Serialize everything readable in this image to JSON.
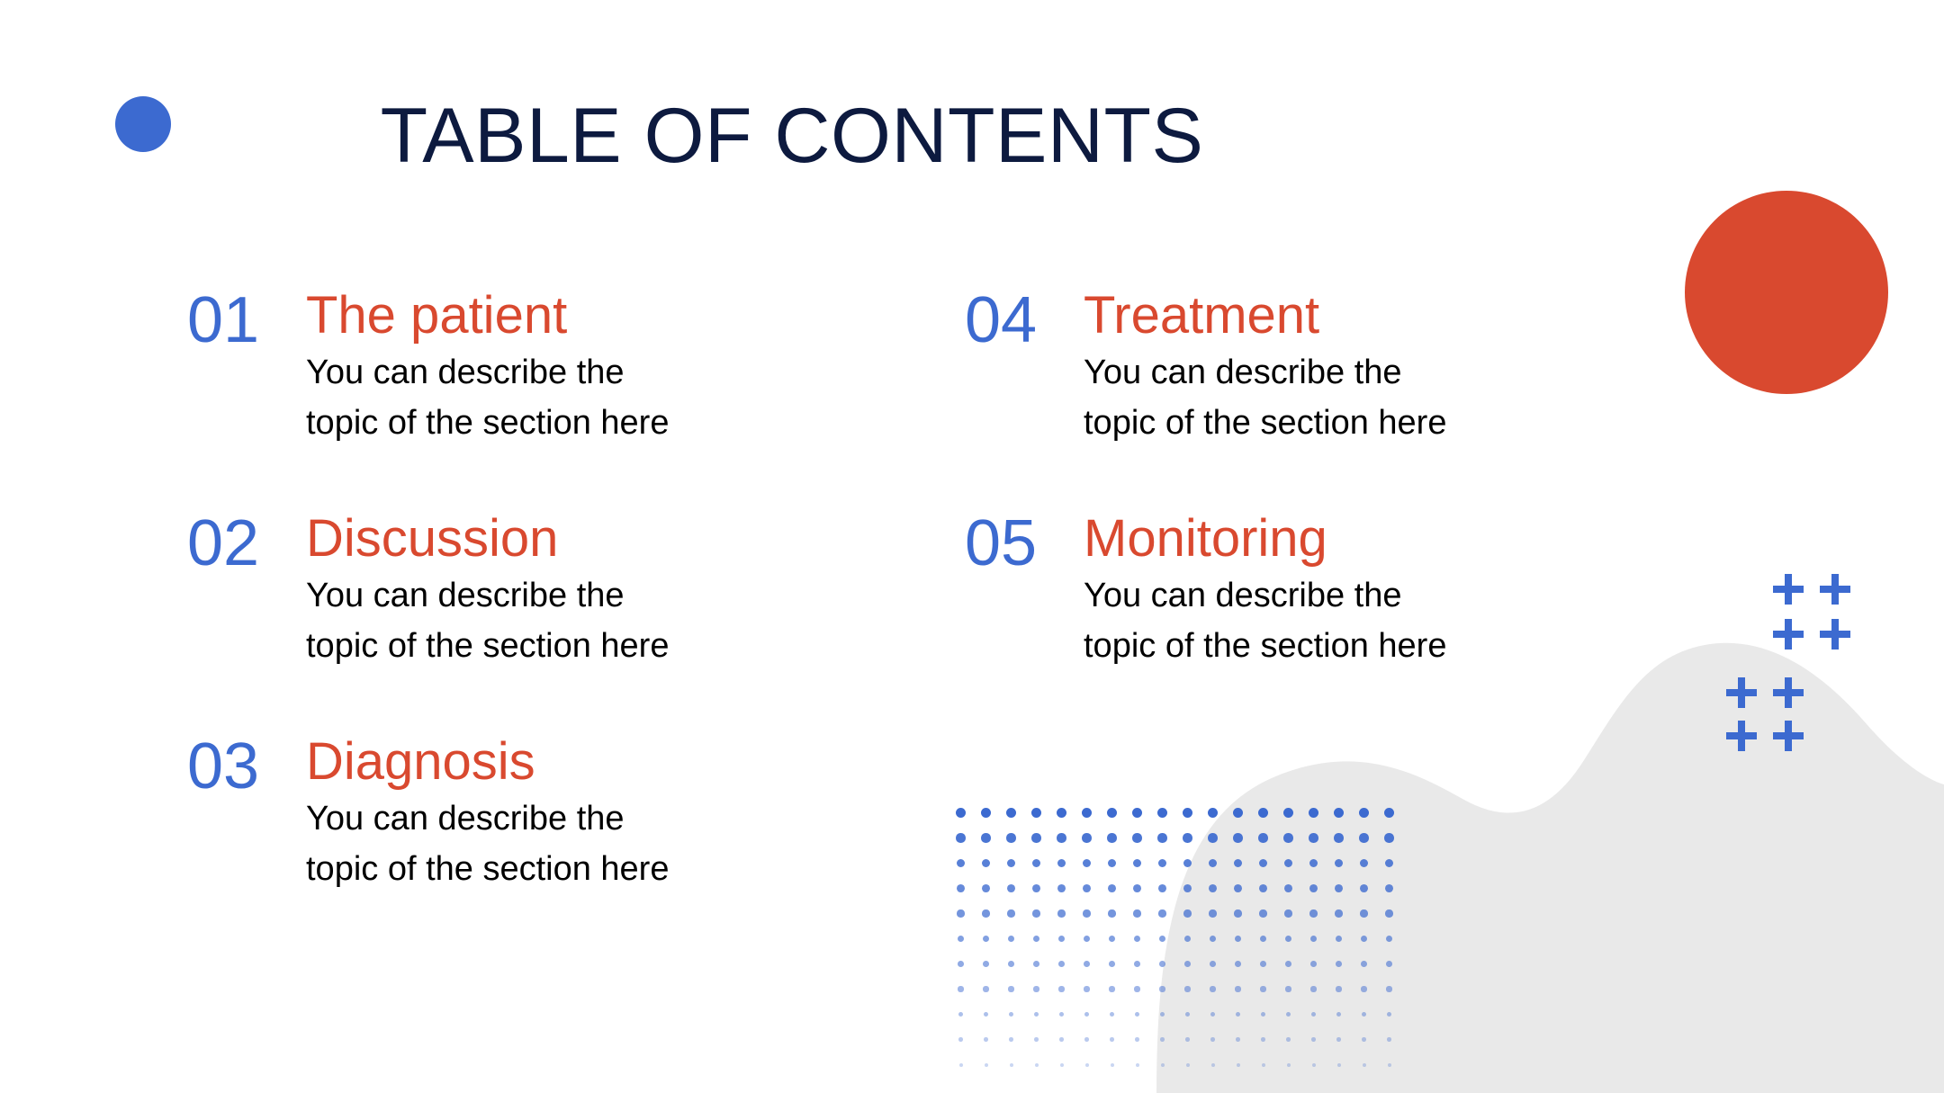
{
  "slide": {
    "title": "TABLE OF CONTENTS",
    "background_color": "#ffffff"
  },
  "colors": {
    "title_navy": "#0d1a3f",
    "number_blue": "#3c6ad0",
    "heading_red": "#d9492f",
    "body_black": "#000000",
    "blob_gray": "#e9e9e9"
  },
  "decorations": {
    "blue_dot": {
      "color": "#3c6ad0"
    },
    "orange_ball": {
      "color": "#d9492f"
    },
    "gray_blob": {
      "color": "#e9e9e9"
    },
    "plus_pattern": {
      "color": "#3c6ad0",
      "rows": 4,
      "columns_per_row": 2,
      "row_offsets": [
        2,
        2,
        1,
        1
      ]
    },
    "dot_grid": {
      "color": "#3c6ad0",
      "columns": 18,
      "rows": 11,
      "spacing": 28
    }
  },
  "contents": {
    "items": [
      {
        "number": "01",
        "heading": "The patient",
        "desc_line1": "You can describe the",
        "desc_line2": "topic of the section here"
      },
      {
        "number": "02",
        "heading": "Discussion",
        "desc_line1": "You can describe the",
        "desc_line2": "topic of the section here"
      },
      {
        "number": "03",
        "heading": "Diagnosis",
        "desc_line1": "You can describe the",
        "desc_line2": "topic of the section here"
      },
      {
        "number": "04",
        "heading": "Treatment",
        "desc_line1": "You can describe the",
        "desc_line2": "topic of the section here"
      },
      {
        "number": "05",
        "heading": "Monitoring",
        "desc_line1": "You can describe the",
        "desc_line2": "topic of the section here"
      }
    ]
  }
}
